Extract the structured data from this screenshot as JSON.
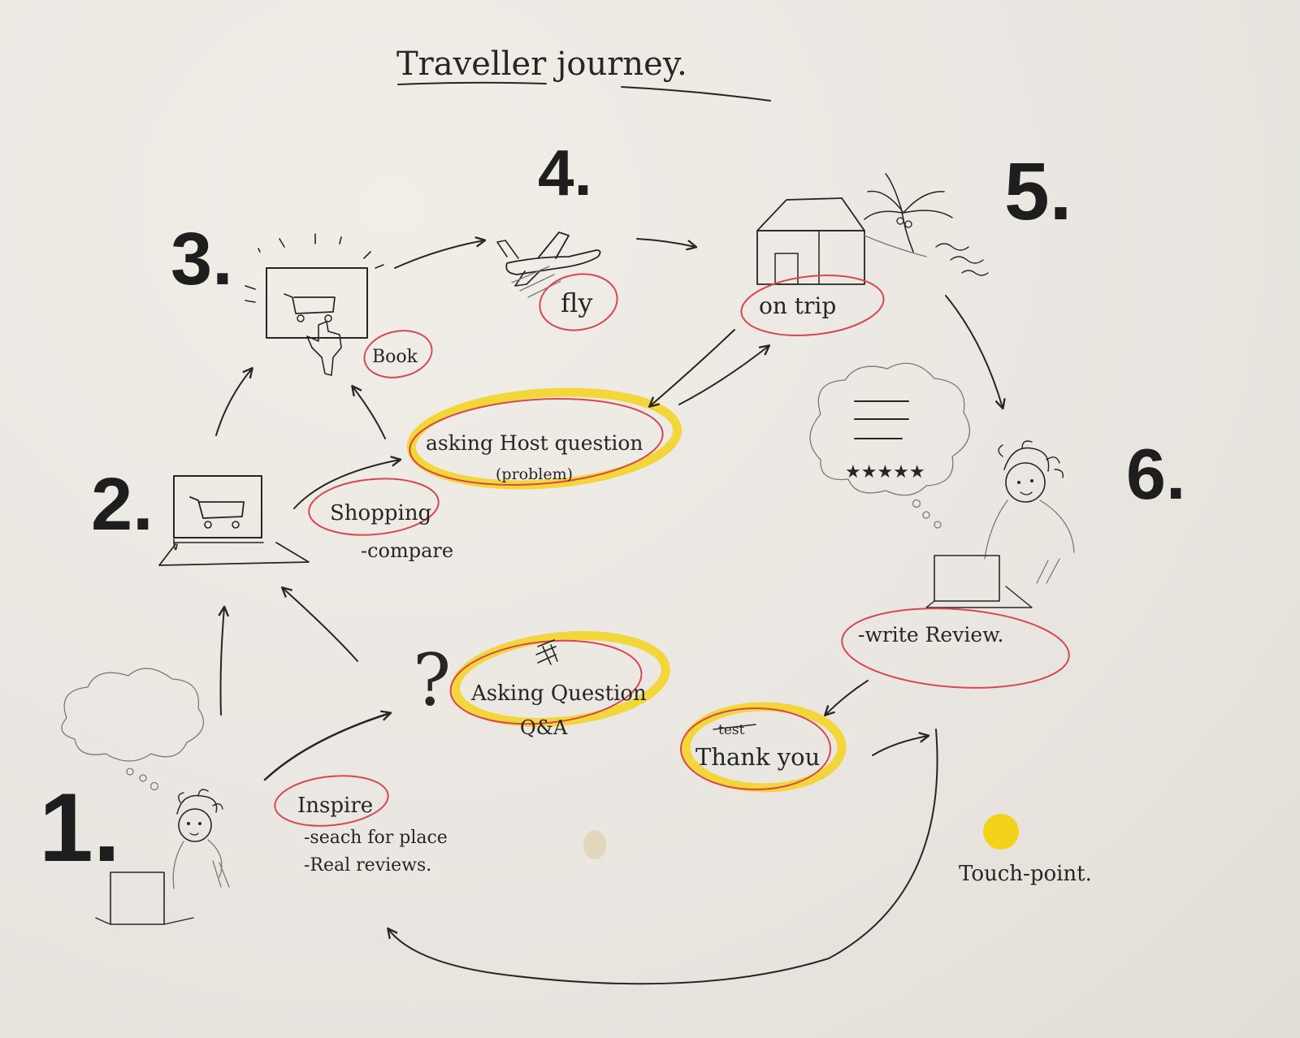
{
  "title": "Traveller journey.",
  "steps": {
    "s1": {
      "number": "1.",
      "label": "Inspire",
      "notes": [
        "-seach for place",
        "-Real reviews."
      ]
    },
    "s2": {
      "number": "2.",
      "label": "Shopping",
      "notes": [
        "-compare"
      ]
    },
    "s3": {
      "number": "3.",
      "label": "Book"
    },
    "s4": {
      "number": "4.",
      "label": "fly"
    },
    "s5": {
      "number": "5.",
      "label": "on trip"
    },
    "s6": {
      "number": "6.",
      "label": "-write Review."
    }
  },
  "touchpoints": {
    "asking_host": {
      "line1": "asking Host question",
      "line2": "(problem)"
    },
    "asking_qa": {
      "line1": "Asking Question",
      "line2": "Q&A"
    },
    "thank_you": {
      "scribble": "test",
      "label": "Thank you"
    }
  },
  "legend": {
    "label": "Touch-point.",
    "color": "#f3d21c"
  },
  "colors": {
    "ink": "#262626",
    "ring": "#d9474f",
    "highlight": "#f3d21c"
  },
  "icons": [
    "thought-bubble-icon",
    "person-icon",
    "laptop-icon",
    "cart-icon",
    "question-mark-icon",
    "hand-cursor-icon",
    "airplane-icon",
    "house-icon",
    "palm-tree-icon",
    "waves-icon",
    "star-rating-icon"
  ]
}
